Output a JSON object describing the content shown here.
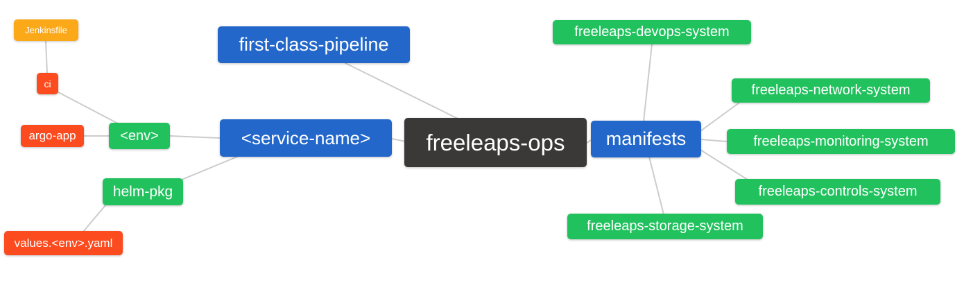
{
  "diagram": {
    "type": "mindmap",
    "root_label": "freeleaps-ops",
    "edge_color": "#cccccc",
    "nodes": [
      {
        "id": "jenkinsfile",
        "label": "Jenkinsfile",
        "color": "#fba819"
      },
      {
        "id": "ci",
        "label": "ci",
        "color": "#fb4b1f"
      },
      {
        "id": "argo-app",
        "label": "argo-app",
        "color": "#fb4b1f"
      },
      {
        "id": "env",
        "label": "<env>",
        "color": "#21c25e"
      },
      {
        "id": "helm-pkg",
        "label": "helm-pkg",
        "color": "#21c25e"
      },
      {
        "id": "values-env-yaml",
        "label": "values.<env>.yaml",
        "color": "#fb4b1f"
      },
      {
        "id": "first-class-pipeline",
        "label": "first-class-pipeline",
        "color": "#2267c9"
      },
      {
        "id": "service-name",
        "label": "<service-name>",
        "color": "#2267c9"
      },
      {
        "id": "freeleaps-ops",
        "label": "freeleaps-ops",
        "color": "#3b3838"
      },
      {
        "id": "manifests",
        "label": "manifests",
        "color": "#2267c9"
      },
      {
        "id": "devops-system",
        "label": "freeleaps-devops-system",
        "color": "#21c25e"
      },
      {
        "id": "network-system",
        "label": "freeleaps-network-system",
        "color": "#21c25e"
      },
      {
        "id": "monitoring-system",
        "label": "freeleaps-monitoring-system",
        "color": "#21c25e"
      },
      {
        "id": "controls-system",
        "label": "freeleaps-controls-system",
        "color": "#21c25e"
      },
      {
        "id": "storage-system",
        "label": "freeleaps-storage-system",
        "color": "#21c25e"
      }
    ],
    "edges": [
      {
        "from": "jenkinsfile",
        "to": "ci"
      },
      {
        "from": "ci",
        "to": "env"
      },
      {
        "from": "argo-app",
        "to": "env"
      },
      {
        "from": "env",
        "to": "service-name"
      },
      {
        "from": "service-name",
        "to": "helm-pkg"
      },
      {
        "from": "helm-pkg",
        "to": "values-env-yaml"
      },
      {
        "from": "first-class-pipeline",
        "to": "freeleaps-ops"
      },
      {
        "from": "service-name",
        "to": "freeleaps-ops"
      },
      {
        "from": "freeleaps-ops",
        "to": "manifests"
      },
      {
        "from": "manifests",
        "to": "devops-system"
      },
      {
        "from": "manifests",
        "to": "network-system"
      },
      {
        "from": "manifests",
        "to": "monitoring-system"
      },
      {
        "from": "manifests",
        "to": "controls-system"
      },
      {
        "from": "manifests",
        "to": "storage-system"
      }
    ]
  }
}
